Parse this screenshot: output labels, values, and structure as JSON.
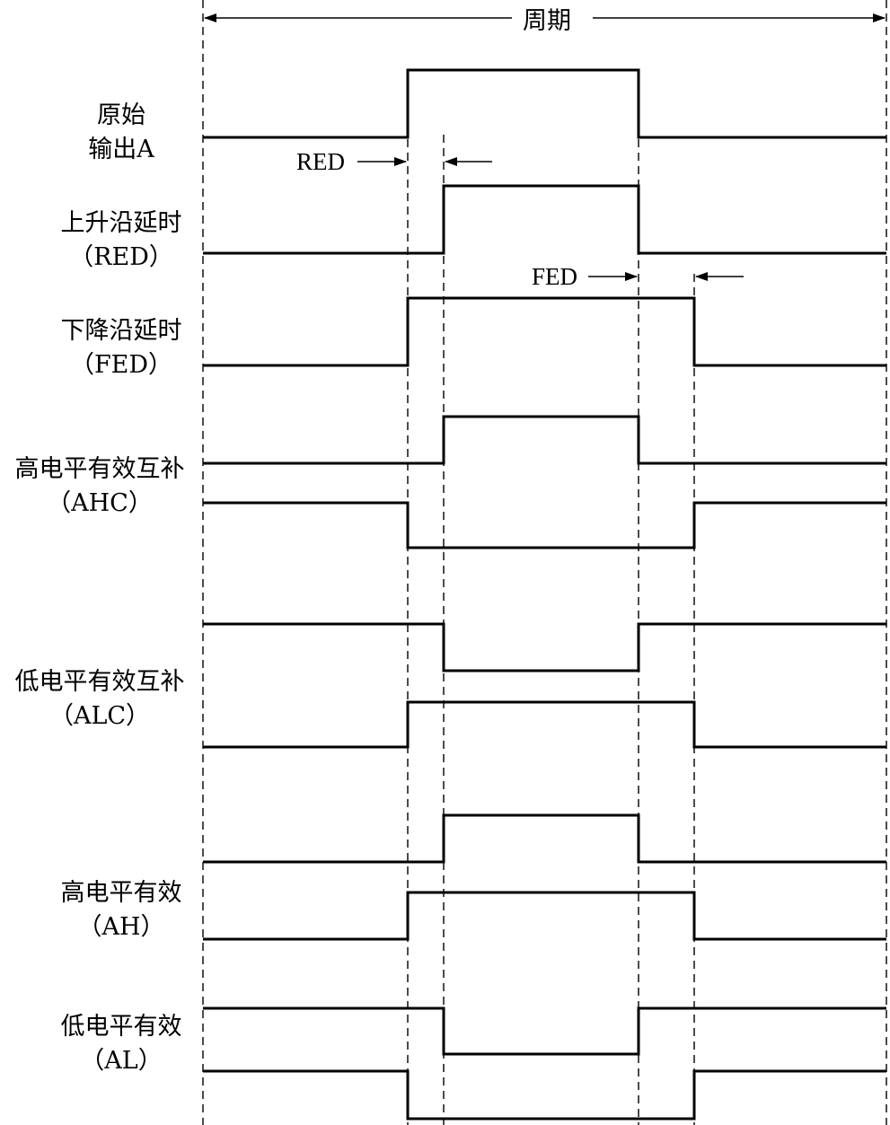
{
  "diagram": {
    "period_label": "周期",
    "red_label": "RED",
    "fed_label": "FED",
    "signals": [
      {
        "id": "original",
        "line1": "原始",
        "line2": "输出A"
      },
      {
        "id": "red",
        "line1": "上升沿延时",
        "line2": "（RED）"
      },
      {
        "id": "fed",
        "line1": "下降沿延时",
        "line2": "（FED）"
      },
      {
        "id": "ahc",
        "line1": "高电平有效互补",
        "line2": "（AHC）"
      },
      {
        "id": "alc",
        "line1": "低电平有效互补",
        "line2": "（ALC）"
      },
      {
        "id": "ah",
        "line1": "高电平有效",
        "line2": "（AH）"
      },
      {
        "id": "al",
        "line1": "低电平有效",
        "line2": "（AL）"
      }
    ]
  }
}
